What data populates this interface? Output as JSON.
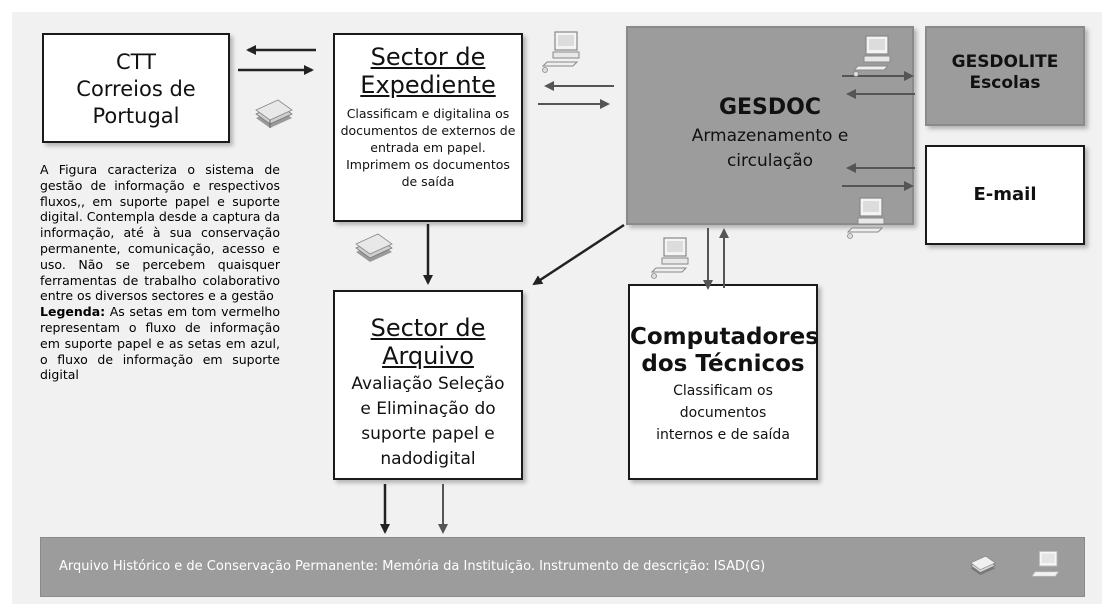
{
  "boxes": {
    "ctt": {
      "line1": "CTT",
      "line2": "Correios de",
      "line3": "Portugal"
    },
    "expediente": {
      "title1": "Sector de",
      "title2": "Expediente",
      "desc": "Classificam e digitalina os documentos de externos de entrada em papel. Imprimem os documentos    de saída"
    },
    "gesdoc": {
      "title": "GESDOC",
      "line1": "Armazenamento e",
      "line2": "circulação"
    },
    "gesdolite": {
      "line1": "GESDOLITE",
      "line2": "Escolas"
    },
    "email": {
      "label": "E-mail"
    },
    "arquivo": {
      "title1": "Sector de",
      "title2": "Arquivo",
      "line1": "Avaliação Seleção",
      "line2": "e Eliminação do",
      "line3": "suporte papel e",
      "line4": "nadodigital"
    },
    "computadores": {
      "title1": "Computadores",
      "title2": "dos Técnicos",
      "line1": "Classificam os",
      "line2": "documentos",
      "line3": "internos e de saída"
    }
  },
  "description": {
    "text1": "A Figura caracteriza o sistema de gestão de informação e respectivos fluxos,, em suporte papel e suporte digital. Contempla desde a captura da informação, até à sua conservação permanente, comunicação, acesso e uso. Não se percebem quaisquer ferramentas de trabalho colaborativo entre os diversos sectores e a gestão",
    "legend_label": "Legenda:",
    "legend_text": " As setas em tom vermelho representam o fluxo de informação em suporte papel e as setas em azul, o fluxo de informação em suporte digital"
  },
  "footer": {
    "text": "Arquivo Histórico e de Conservação Permanente: Memória da Instituição. Instrumento de descrição: ISAD(G)"
  },
  "icons": {
    "paper": "paper-stack-icon",
    "computer": "computer-icon"
  }
}
